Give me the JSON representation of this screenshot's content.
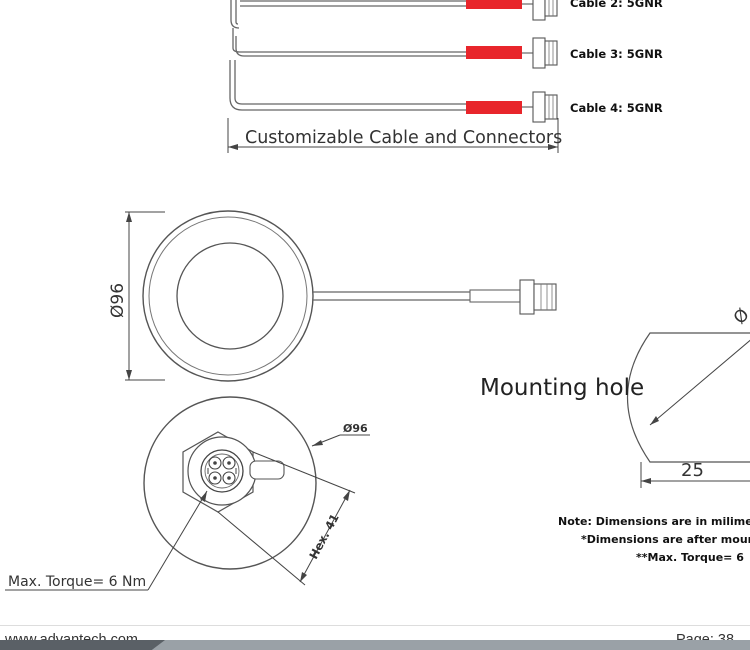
{
  "cables": [
    {
      "label": "Cable 2: 5GNR"
    },
    {
      "label": "Cable 3: 5GNR"
    },
    {
      "label": "Cable 4: 5GNR"
    }
  ],
  "cable_dimension_label": "Customizable Cable and Connectors",
  "side_view": {
    "diameter_label": "Ø96"
  },
  "bottom_view": {
    "diameter_label": "Ø96",
    "hex_label": "Hex. 41",
    "torque_label": "Max. Torque= 6 Nm"
  },
  "mounting_hole": {
    "label": "Mounting hole",
    "width_label": "25",
    "diameter_label": "Ø"
  },
  "notes": [
    "Note: Dimensions are in milime",
    "*Dimensions are after mour",
    "**Max. Torque= 6"
  ],
  "footer": {
    "url": "www.advantech.com",
    "page": "Page: 38"
  },
  "colors": {
    "cable_sleeve": "#e8252b",
    "line": "#555555",
    "footer_bar": "#9aa1a7"
  }
}
